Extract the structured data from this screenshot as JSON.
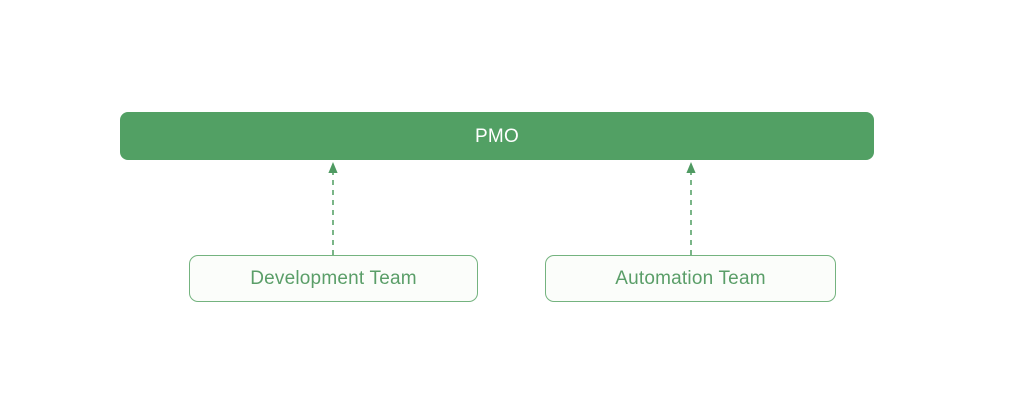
{
  "diagram": {
    "title_node": {
      "label": "PMO",
      "text_color": "#ffffff",
      "fill_color": "#52a064"
    },
    "children": [
      {
        "label": "Development Team",
        "text_color": "#5a9e68",
        "fill_color": "#fbfdfa",
        "border_color": "#74b37f"
      },
      {
        "label": "Automation Team",
        "text_color": "#5a9e68",
        "fill_color": "#fbfdfa",
        "border_color": "#74b37f"
      }
    ],
    "connectors": [
      {
        "from": "Development Team",
        "to": "PMO",
        "style": "dashed",
        "arrow": "up",
        "color": "#5aa36b"
      },
      {
        "from": "Automation Team",
        "to": "PMO",
        "style": "dashed",
        "arrow": "up",
        "color": "#5aa36b"
      }
    ],
    "background_color": "#ffffff"
  }
}
